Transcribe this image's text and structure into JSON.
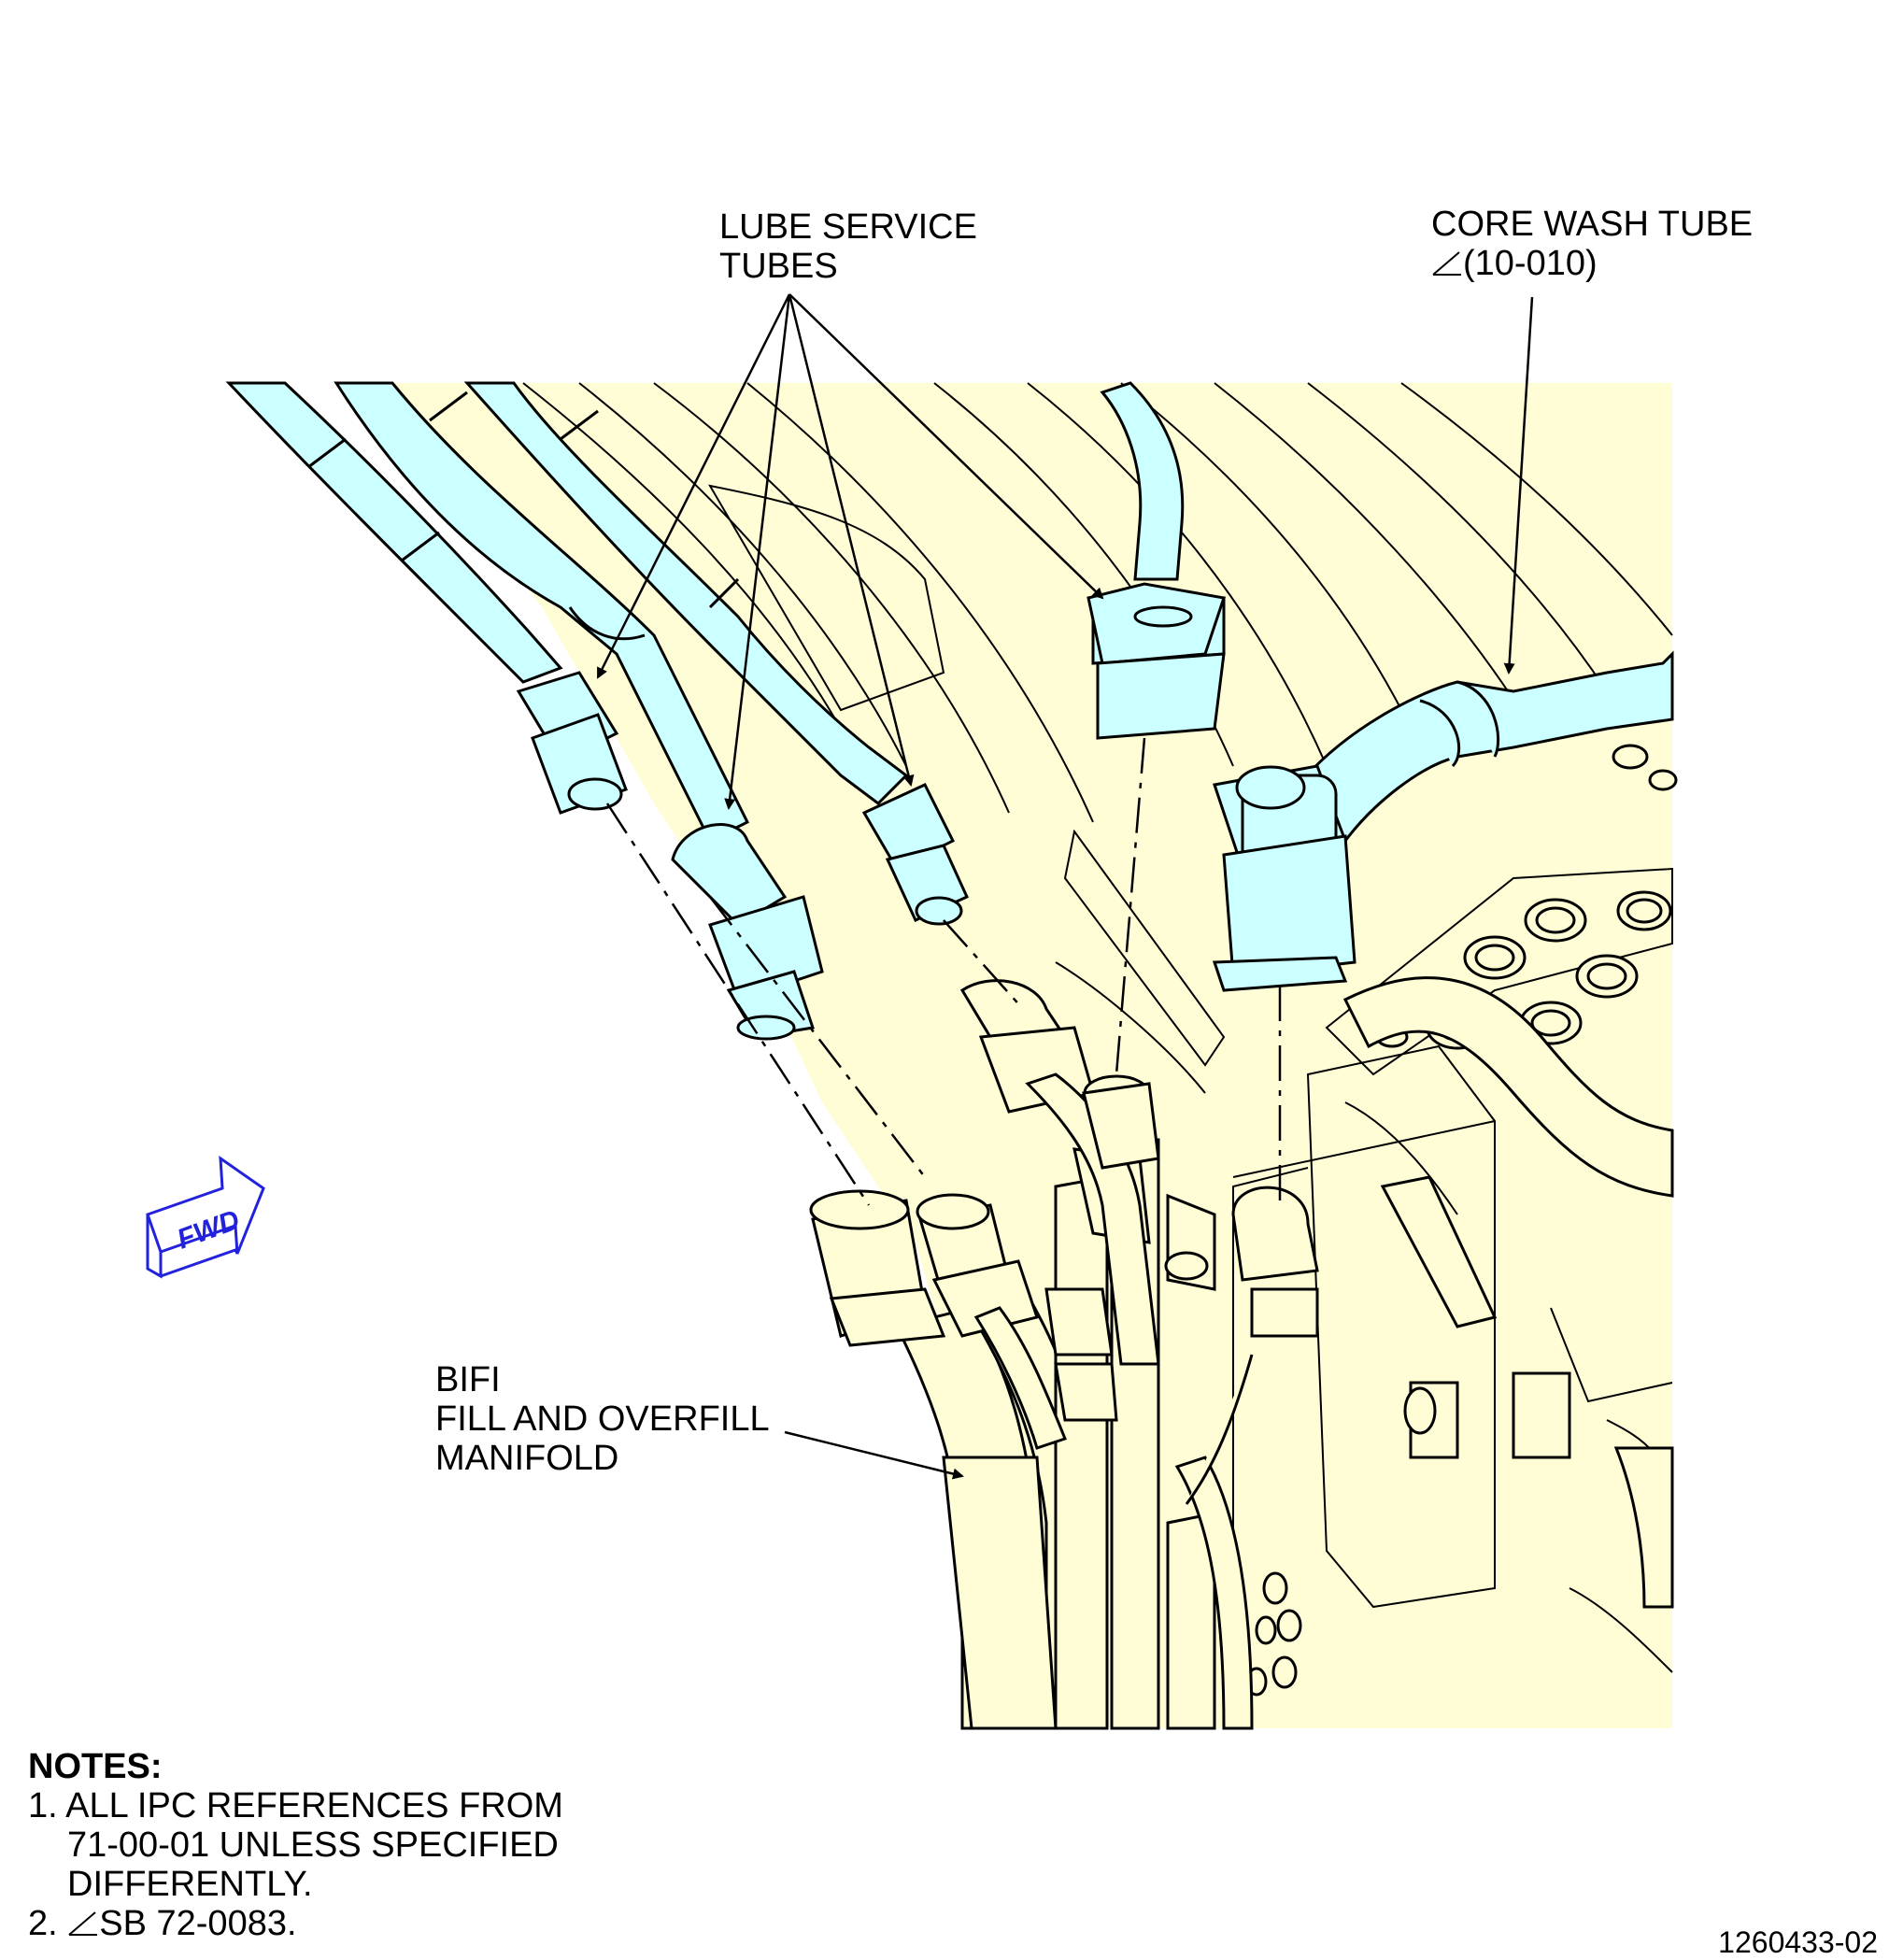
{
  "callouts": {
    "lube": {
      "line1": "LUBE SERVICE",
      "line2": "TUBES"
    },
    "core_wash": {
      "line1": "CORE WASH TUBE",
      "line2": "(10-010)"
    },
    "bifi": {
      "line1": "BIFI",
      "line2": "FILL AND OVERFILL",
      "line3": "MANIFOLD"
    }
  },
  "fwd": {
    "label": "FWD"
  },
  "notes": {
    "title": "NOTES:",
    "n1_a": "1. ALL IPC REFERENCES FROM",
    "n1_b": "71-00-01 UNLESS SPECIFIED",
    "n1_c": "DIFFERENTLY.",
    "n2_prefix": "2.",
    "n2_text": "SB 72-0083."
  },
  "figure_number": "1260433-02",
  "colors": {
    "background_panel": "#FFFDD6",
    "tube": "#CCFFFF",
    "fwd_arrow": "#2222DD",
    "line": "#000000"
  }
}
